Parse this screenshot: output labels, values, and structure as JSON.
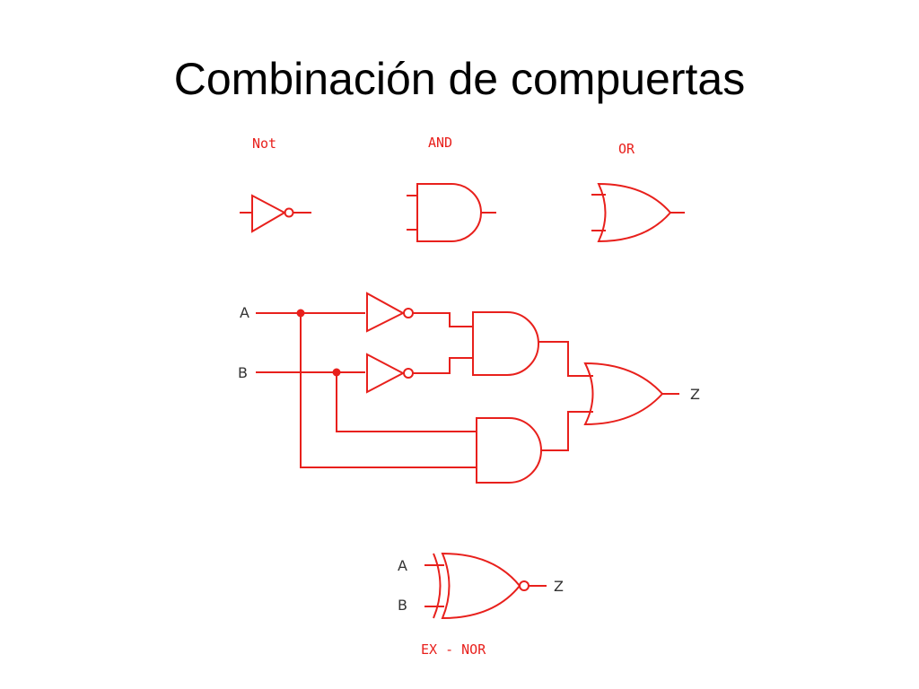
{
  "slide": {
    "title": "Combinación de compuertas"
  },
  "diagram": {
    "stroke_color": "#e8201c",
    "label_color": "#e8201c",
    "io_label_color": "#333333",
    "gate_labels": {
      "not": "Not",
      "and": "AND",
      "or": "OR",
      "exnor": "EX - NOR"
    },
    "circuit": {
      "input_a": "A",
      "input_b": "B",
      "output": "Z"
    },
    "exnor_circuit": {
      "input_a": "A",
      "input_b": "B",
      "output": "Z"
    }
  }
}
